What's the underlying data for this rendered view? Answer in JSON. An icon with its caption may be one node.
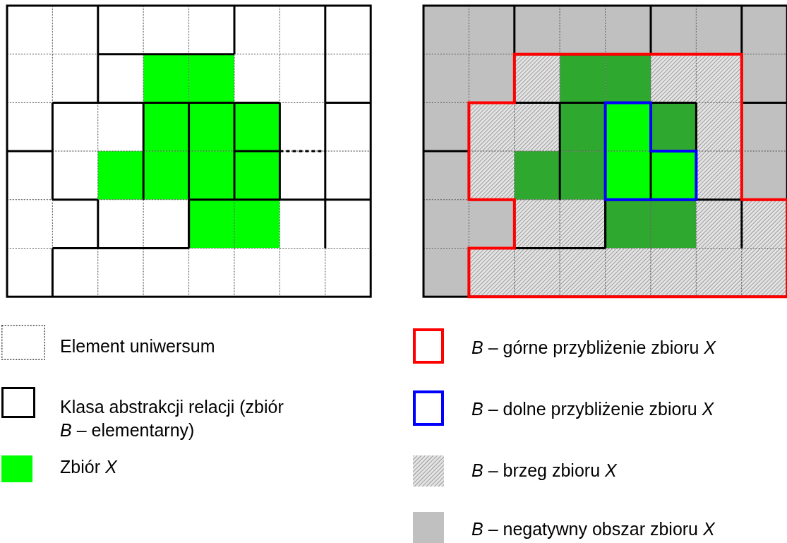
{
  "diagram": {
    "legend": [
      {
        "text": "Element uniwersum"
      },
      {
        "text": "Klasa abstrakcji relacji (zbiór *B* – elementarny)"
      },
      {
        "text": "Zbiór *X*",
        "color": "#00ff00"
      },
      {
        "text": "*B* – górne przybliżenie zbioru *X*"
      },
      {
        "text": "*B* – dolne przybliżenie zbioru *X*"
      },
      {
        "text": "*B* – brzeg zbioru *X*"
      },
      {
        "text": "*B* – negatywny obszar zbioru *X*",
        "color": "#c0c0c0"
      }
    ]
  }
}
